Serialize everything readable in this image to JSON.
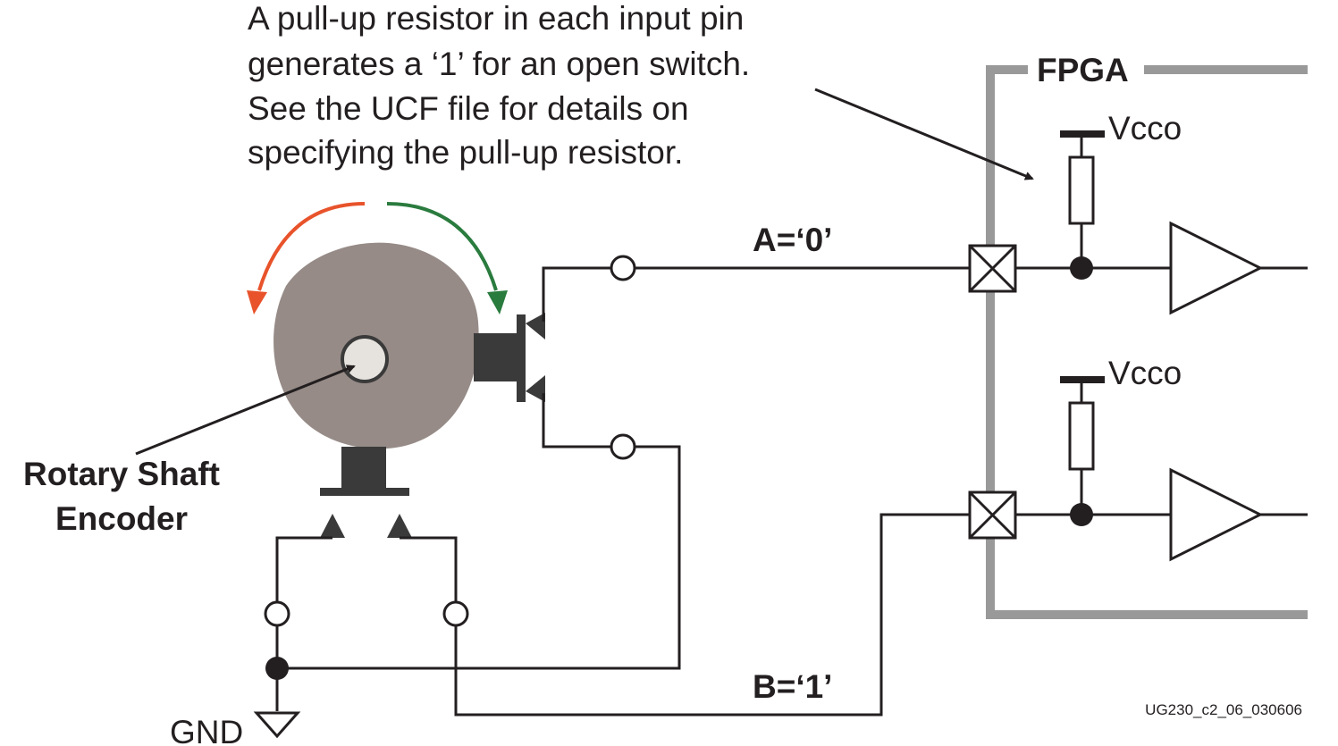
{
  "callout": {
    "lines": [
      "A pull-up resistor in each input pin",
      "generates a ‘1’ for an open switch.",
      "See the UCF file for details on",
      "specifying the pull-up resistor."
    ]
  },
  "fpga": {
    "label": "FPGA"
  },
  "supply": {
    "top_label": "Vcco",
    "bottom_label": "Vcco"
  },
  "signals": {
    "a_label": "A=‘0’",
    "b_label": "B=‘1’"
  },
  "encoder": {
    "label_line1": "Rotary Shaft",
    "label_line2": "Encoder"
  },
  "ground": {
    "label": "GND"
  },
  "figure_id": "UG230_c2_06_030606",
  "colors": {
    "ink": "#231f20",
    "fpga_border": "#999999",
    "encoder_body": "#968b87",
    "shaft": "#e6e3de",
    "arrow_ccw": "#e8532b",
    "arrow_cw": "#2a7b3e"
  }
}
